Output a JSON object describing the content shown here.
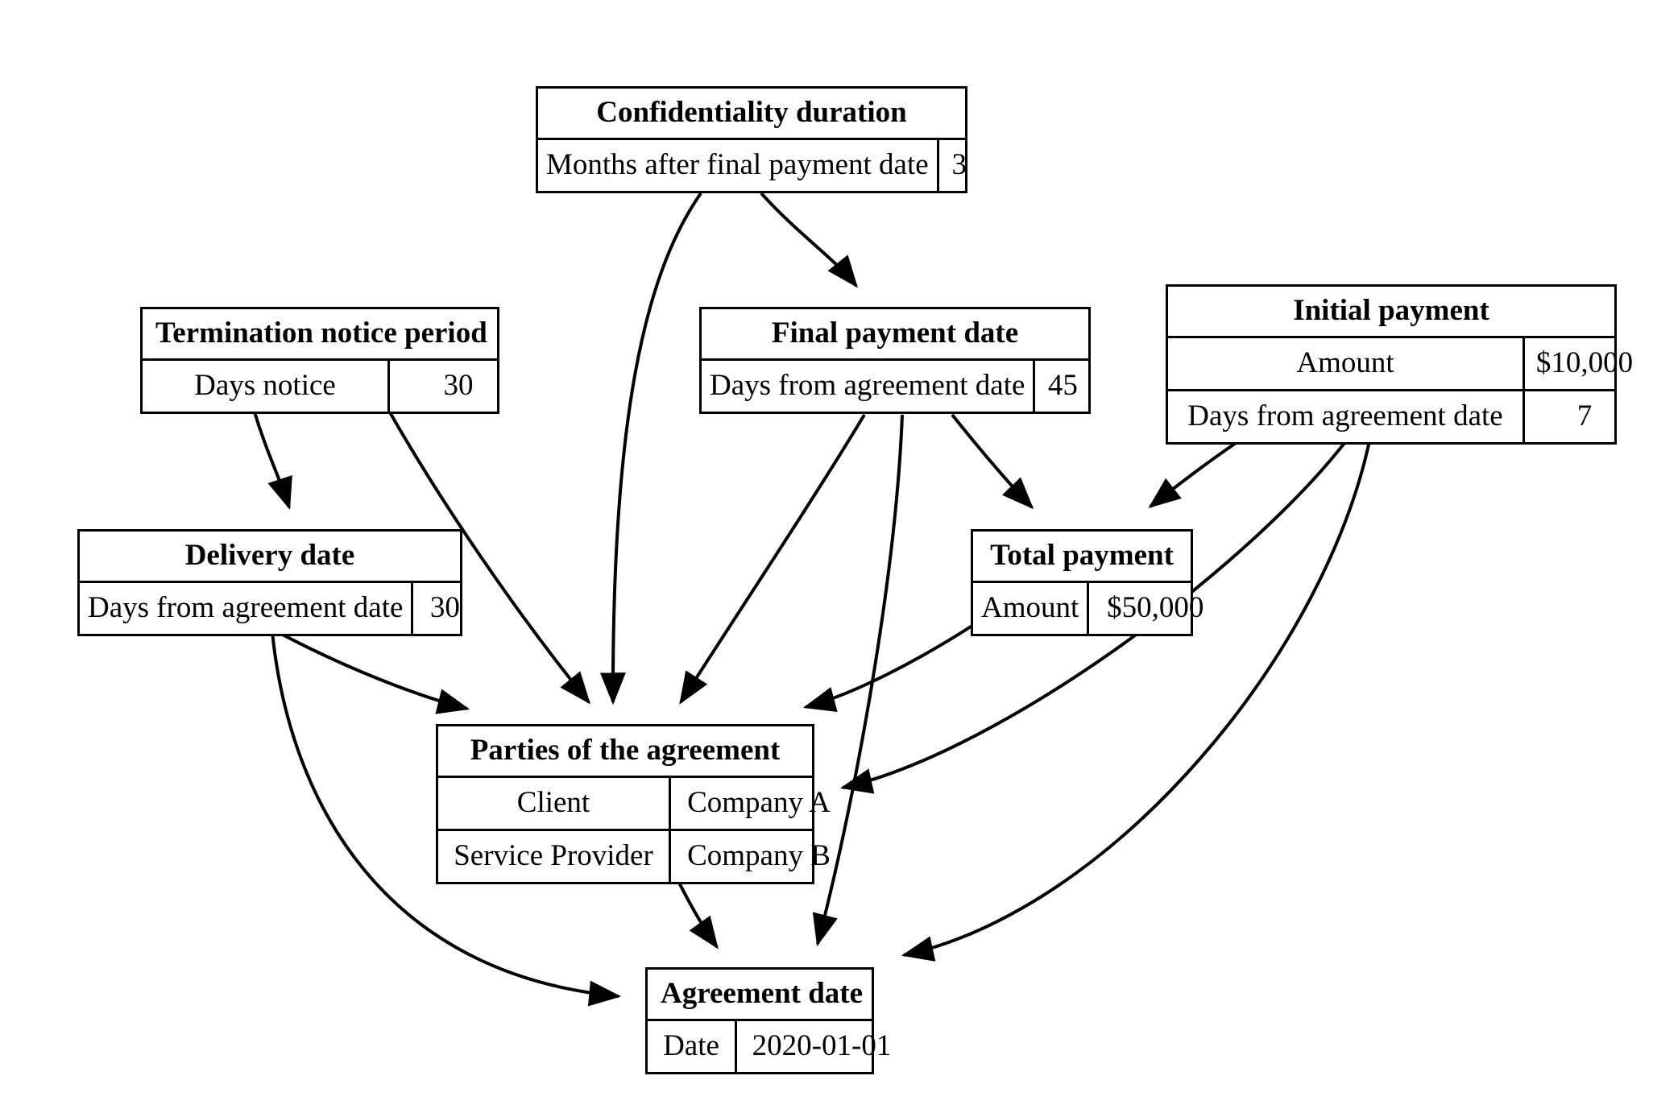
{
  "diagram": {
    "type": "entity-relationship-graph",
    "background_color": "#ffffff",
    "line_color": "#000000",
    "nodes": [
      {
        "id": "confidentiality-duration",
        "title": "Confidentiality duration",
        "rows": [
          {
            "key": "Months after final payment date",
            "value": "3"
          }
        ]
      },
      {
        "id": "termination-notice-period",
        "title": "Termination notice period",
        "rows": [
          {
            "key": "Days notice",
            "value": "30"
          }
        ]
      },
      {
        "id": "final-payment-date",
        "title": "Final payment date",
        "rows": [
          {
            "key": "Days from agreement date",
            "value": "45"
          }
        ]
      },
      {
        "id": "initial-payment",
        "title": "Initial payment",
        "rows": [
          {
            "key": "Amount",
            "value": "$10,000"
          },
          {
            "key": "Days from agreement date",
            "value": "7"
          }
        ]
      },
      {
        "id": "delivery-date",
        "title": "Delivery date",
        "rows": [
          {
            "key": "Days from agreement date",
            "value": "30"
          }
        ]
      },
      {
        "id": "total-payment",
        "title": "Total payment",
        "rows": [
          {
            "key": "Amount",
            "value": "$50,000"
          }
        ]
      },
      {
        "id": "parties-of-the-agreement",
        "title": "Parties of the agreement",
        "rows": [
          {
            "key": "Client",
            "value": "Company A"
          },
          {
            "key": "Service Provider",
            "value": "Company B"
          }
        ]
      },
      {
        "id": "agreement-date",
        "title": "Agreement date",
        "rows": [
          {
            "key": "Date",
            "value": "2020-01-01"
          }
        ]
      }
    ],
    "edges": [
      {
        "from": "confidentiality-duration",
        "to": "final-payment-date"
      },
      {
        "from": "confidentiality-duration",
        "to": "parties-of-the-agreement"
      },
      {
        "from": "termination-notice-period",
        "to": "delivery-date"
      },
      {
        "from": "termination-notice-period",
        "to": "parties-of-the-agreement"
      },
      {
        "from": "final-payment-date",
        "to": "parties-of-the-agreement"
      },
      {
        "from": "final-payment-date",
        "to": "agreement-date"
      },
      {
        "from": "final-payment-date",
        "to": "total-payment"
      },
      {
        "from": "initial-payment",
        "to": "total-payment"
      },
      {
        "from": "initial-payment",
        "to": "parties-of-the-agreement"
      },
      {
        "from": "initial-payment",
        "to": "agreement-date"
      },
      {
        "from": "delivery-date",
        "to": "parties-of-the-agreement"
      },
      {
        "from": "delivery-date",
        "to": "agreement-date"
      },
      {
        "from": "total-payment",
        "to": "parties-of-the-agreement"
      },
      {
        "from": "parties-of-the-agreement",
        "to": "agreement-date"
      }
    ]
  }
}
